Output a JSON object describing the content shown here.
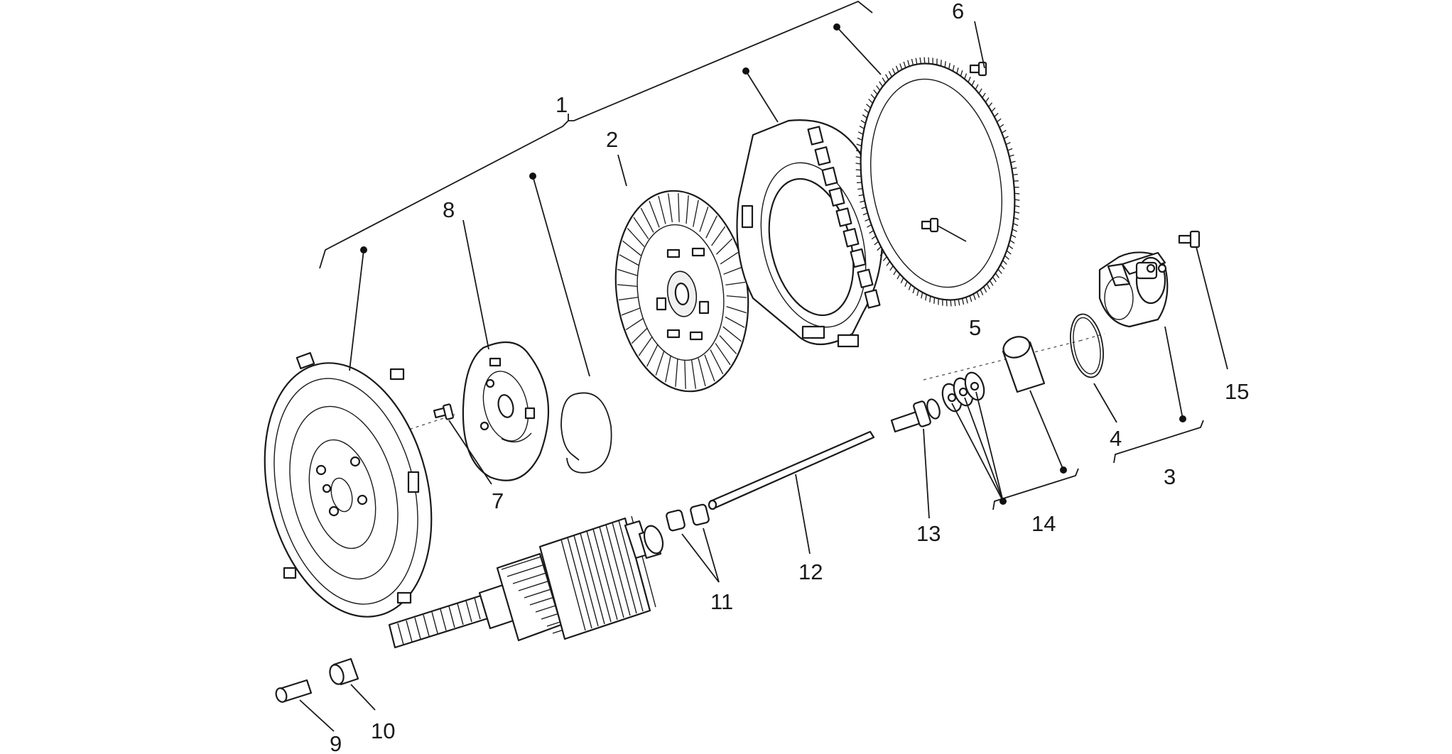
{
  "diagram": {
    "callouts": [
      {
        "id": "c1",
        "text": "1"
      },
      {
        "id": "c2",
        "text": "2"
      },
      {
        "id": "c3",
        "text": "3"
      },
      {
        "id": "c4",
        "text": "4"
      },
      {
        "id": "c5",
        "text": "5"
      },
      {
        "id": "c6",
        "text": "6"
      },
      {
        "id": "c7",
        "text": "7"
      },
      {
        "id": "c8",
        "text": "8"
      },
      {
        "id": "c9",
        "text": "9"
      },
      {
        "id": "c10",
        "text": "10"
      },
      {
        "id": "c11",
        "text": "11"
      },
      {
        "id": "c12",
        "text": "12"
      },
      {
        "id": "c13",
        "text": "13"
      },
      {
        "id": "c14",
        "text": "14"
      },
      {
        "id": "c15",
        "text": "15"
      }
    ],
    "colors": {
      "ink": "#1a1a1a",
      "background": "#ffffff"
    }
  }
}
